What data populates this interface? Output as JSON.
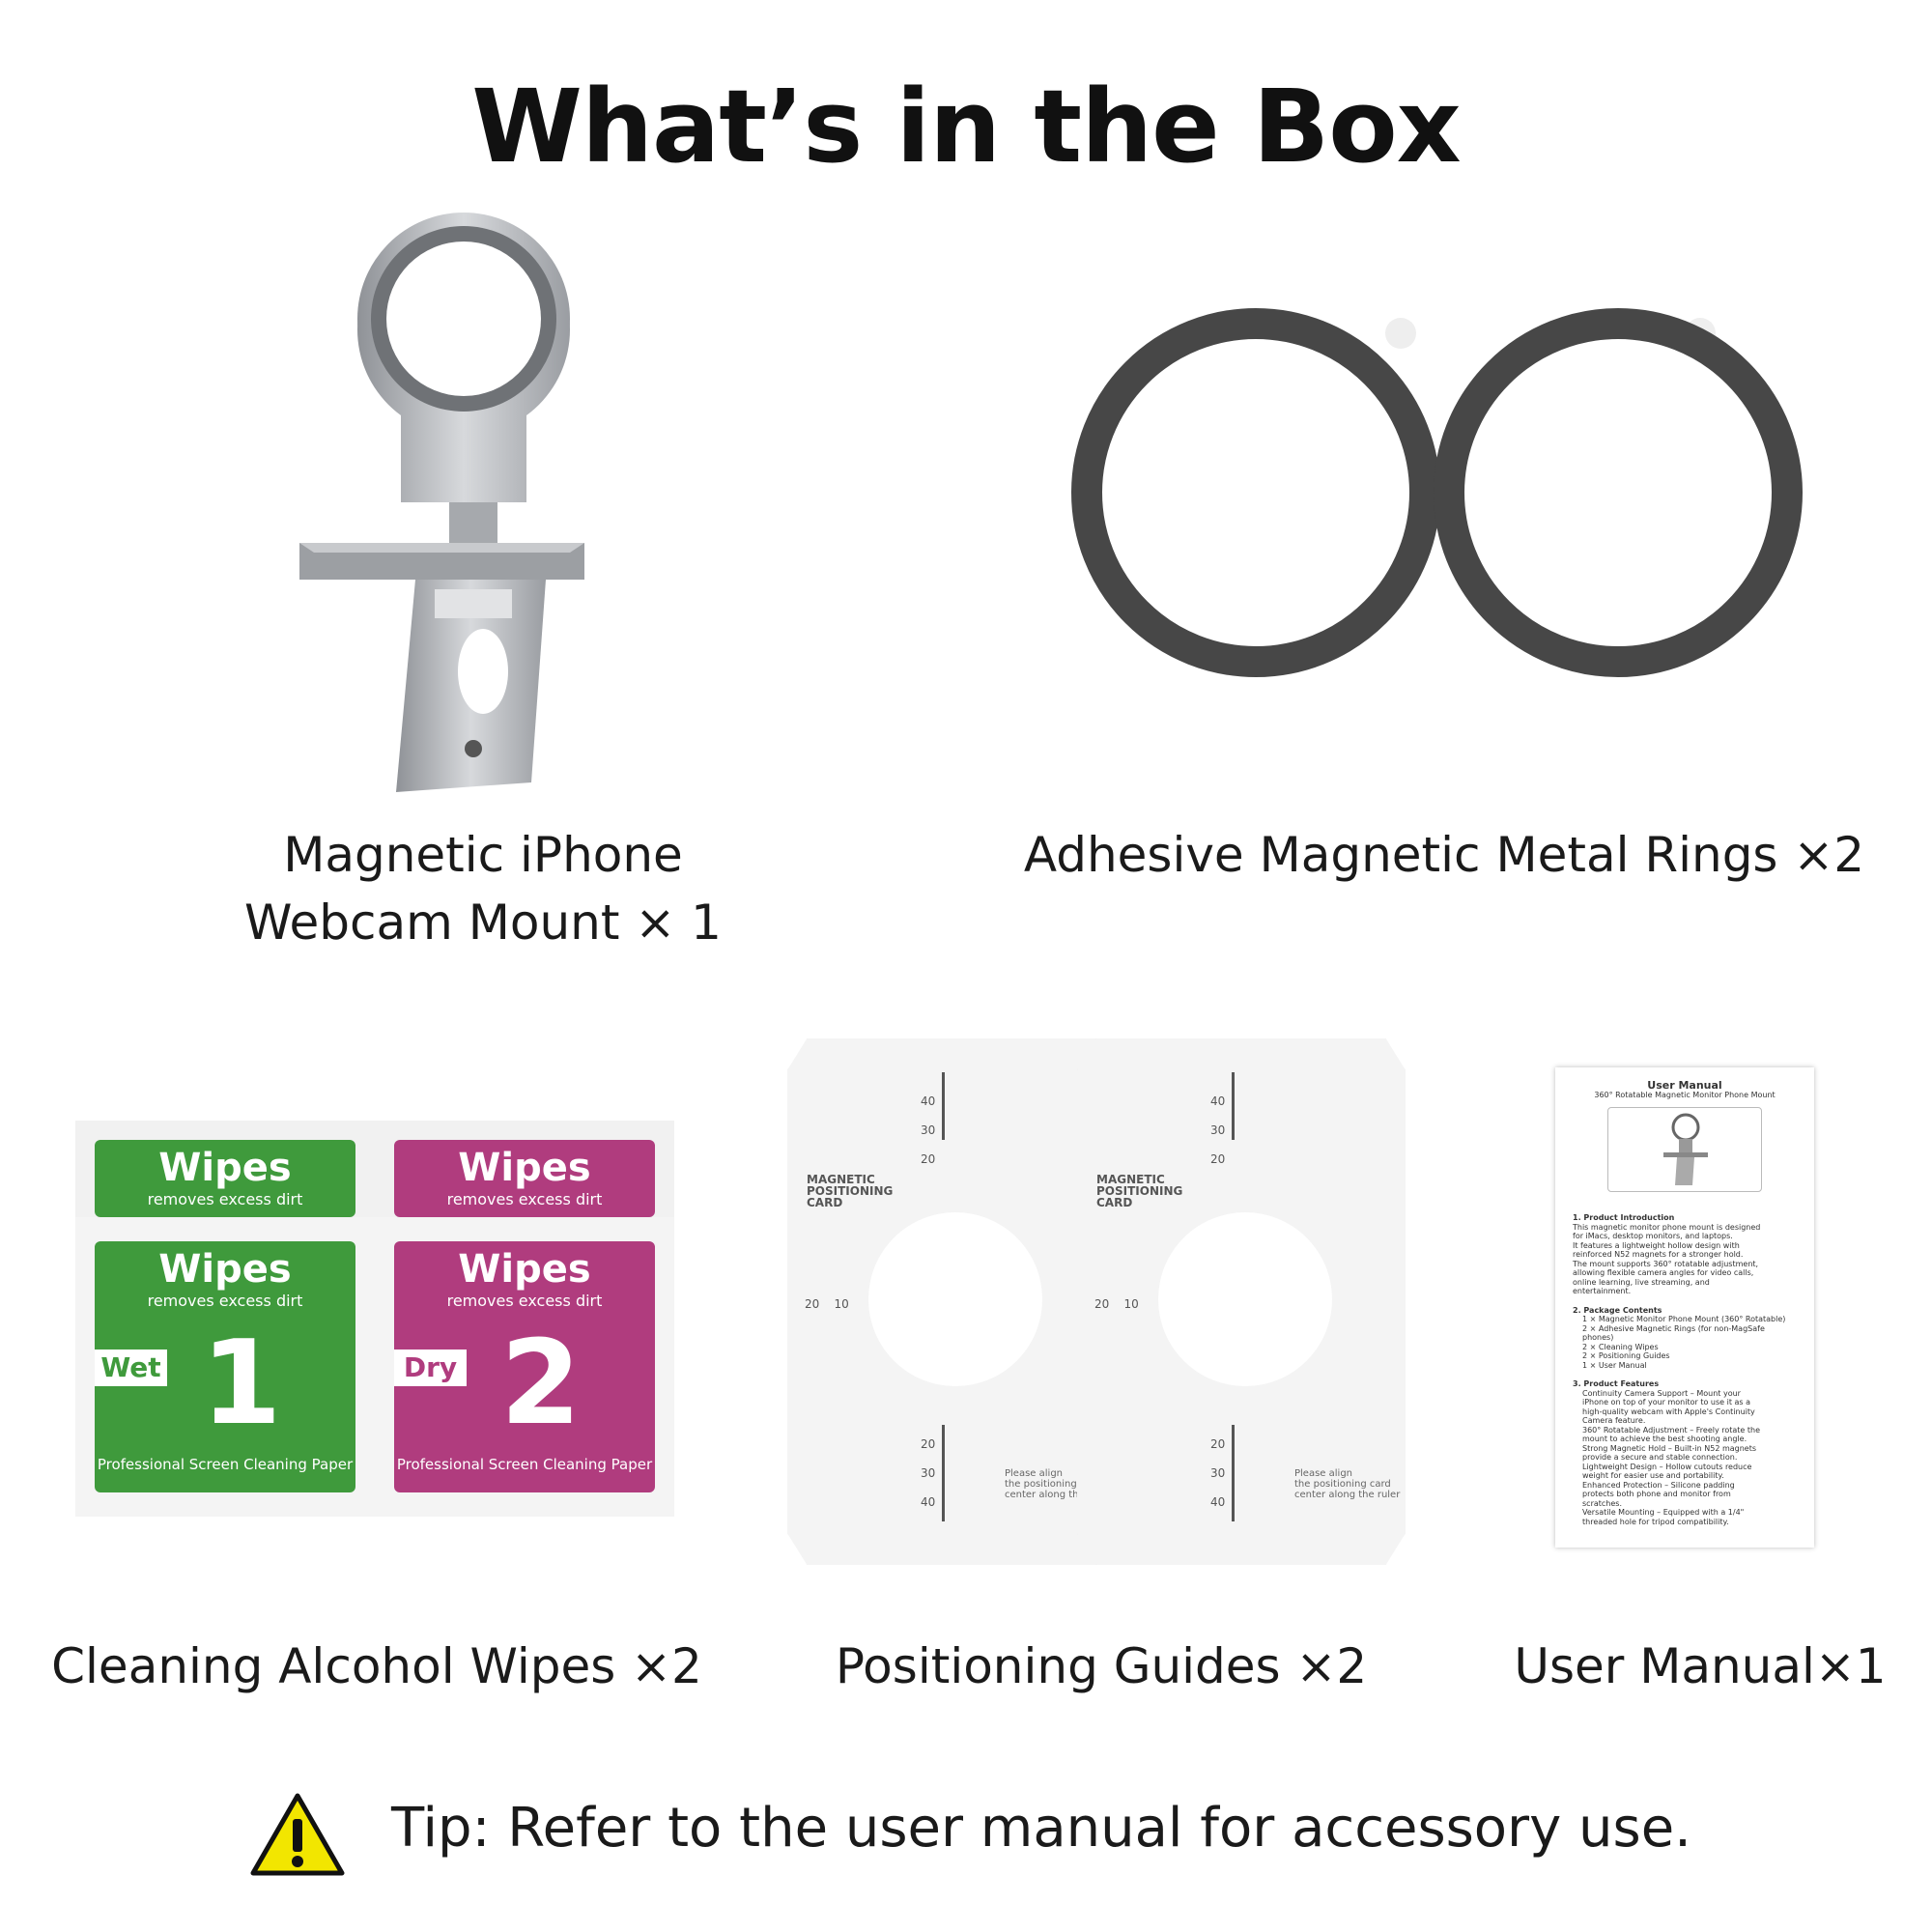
{
  "title": "What’s in the Box",
  "items": {
    "mount": {
      "label_line1": "Magnetic iPhone",
      "label_line2": "Webcam Mount × 1"
    },
    "rings": {
      "label": "Adhesive Magnetic Metal Rings ×2"
    },
    "wipes": {
      "label": "Cleaning Alcohol Wipes ×2",
      "pack_title": "Wipes",
      "pack_subtitle": "removes excess dirt",
      "wet_tag": "Wet",
      "dry_tag": "Dry",
      "wet_number": "1",
      "dry_number": "2",
      "pack_footer": "Professional Screen Cleaning Paper",
      "colors": {
        "wet": "#3f9a3c",
        "dry": "#b03c7e"
      }
    },
    "guides": {
      "label": "Positioning Guides ×2",
      "card_title": [
        "MAGNETIC",
        "POSITIONING",
        "CARD"
      ],
      "ticks_top": [
        "40",
        "30",
        "20"
      ],
      "ticks_bottom": [
        "20",
        "30",
        "40"
      ],
      "ticks_side": [
        "20",
        "10"
      ],
      "note": [
        "Please align",
        "the positioning card",
        "center along the ruler"
      ]
    },
    "manual": {
      "label": "User Manual×1",
      "heading": "User Manual",
      "subheading": "360° Rotatable Magnetic Monitor Phone Mount",
      "sec1_title": "1. Product Introduction",
      "sec1_lines": [
        "This magnetic monitor phone mount is designed",
        "for iMacs, desktop monitors, and laptops.",
        "It features a lightweight hollow design with",
        "reinforced N52 magnets for a stronger hold.",
        "The mount supports 360° rotatable adjustment,",
        "allowing flexible camera angles for video calls,",
        "online learning, live streaming, and",
        "entertainment."
      ],
      "sec2_title": "2. Package Contents",
      "sec2_lines": [
        "1 × Magnetic Monitor Phone Mount (360° Rotatable)",
        "2 × Adhesive Magnetic Rings (for non-MagSafe phones)",
        "2 × Cleaning Wipes",
        "2 × Positioning Guides",
        "1 × User Manual"
      ],
      "sec3_title": "3. Product Features",
      "sec3_lines": [
        "Continuity Camera Support – Mount your",
        "iPhone on top of your monitor to use it as a",
        "high-quality webcam with Apple's Continuity",
        "Camera feature.",
        "360° Rotatable Adjustment – Freely rotate the",
        "mount to achieve the best shooting angle.",
        "Strong Magnetic Hold – Built-in N52 magnets",
        "provide a secure and stable connection.",
        "Lightweight Design – Hollow cutouts reduce",
        "weight for easier use and portability.",
        "Enhanced Protection – Silicone padding",
        "protects both phone and monitor from",
        "scratches.",
        "Versatile Mounting – Equipped with a 1/4\"",
        "threaded hole for tripod compatibility."
      ]
    }
  },
  "tip": {
    "text": "Tip: Refer to the user manual for accessory use.",
    "icon": "warning-triangle-icon",
    "icon_color": "#f2e600"
  },
  "colors": {
    "ring": "#474747",
    "mount_metal": "#b9bcc0",
    "text": "#1a1a1a"
  }
}
